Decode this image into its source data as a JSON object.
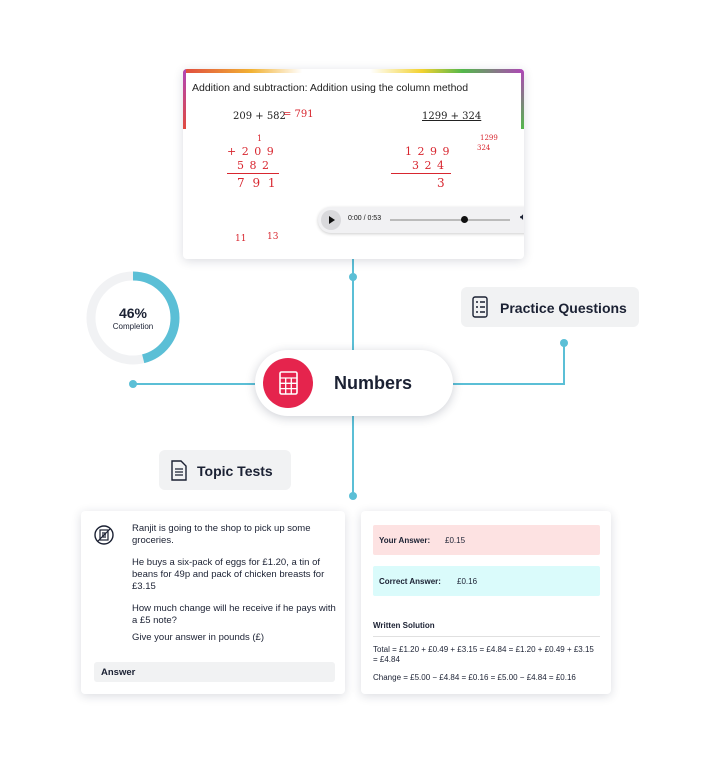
{
  "video": {
    "title": "Addition and subtraction: Addition using the column method",
    "player_time": "0:00 / 0:53",
    "handwriting": {
      "sum1": "209 + 582",
      "sum1_result": "= 791",
      "carry1": "1",
      "col1_top": "+ 2 0 9",
      "col1_mid": "5 8 2",
      "col1_result": "7 9 1",
      "sum2": "1299 + 324",
      "col2_top": "1 2 9 9",
      "col2_mid": "3 2 4",
      "col2_result": "3",
      "side_note_a": "1299",
      "side_note_b": "324",
      "bottom_a": "11",
      "bottom_b": "13"
    },
    "icons": [
      "play-icon",
      "volume-icon",
      "more-icon"
    ]
  },
  "completion": {
    "percent_text": "46%",
    "label": "Completion",
    "percent": 0.46,
    "color": "#5bbfd6"
  },
  "practice": {
    "label": "Practice Questions",
    "icon": "list-checklist-icon"
  },
  "center": {
    "label": "Numbers",
    "icon": "calculator-icon",
    "color": "#e5244d"
  },
  "topic": {
    "label": "Topic Tests",
    "icon": "document-icon"
  },
  "question": {
    "icon": "question-sheet-icon",
    "paragraphs": [
      "Ranjit is going to the shop to pick up some groceries.",
      "He buys a six-pack of eggs for £1.20, a tin of beans for 49p and pack of chicken breasts for £3.15",
      "How much change will he receive if he pays with a £5 note?",
      "Give your answer in pounds (£)"
    ],
    "answer_label": "Answer"
  },
  "solution": {
    "your_answer_label": "Your Answer:",
    "your_answer_value": "£0.15",
    "correct_answer_label": "Correct Answer:",
    "correct_answer_value": "£0.16",
    "written_solution_label": "Written Solution",
    "line1": "Total = £1.20 + £0.49 + £3.15 = £4.84 = £1.20 + £0.49 + £3.15 = £4.84",
    "line2": "Change = £5.00 − £4.84 = £0.16 = £5.00 − £4.84 = £0.16"
  },
  "colors": {
    "connector": "#5bbfd6",
    "accent": "#e5244d",
    "text": "#1b2133"
  }
}
